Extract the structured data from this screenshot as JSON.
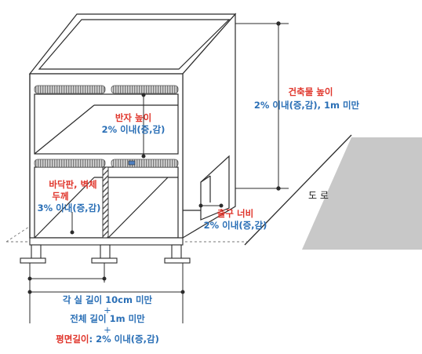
{
  "labels": {
    "building_height": {
      "title": "건축물 높이",
      "value": "2% 이내(증,감), 1m 미만"
    },
    "story_height": {
      "title": "반자 높이",
      "value": "2% 이내(증,감)"
    },
    "floor_wall_thickness": {
      "title_line1": "바닥판, 벽체",
      "title_line2": "두께",
      "value": "3% 이내(증,감)"
    },
    "exit_width": {
      "title": "출구 너비",
      "value": "2% 이내(증,감)"
    },
    "road": "도 로",
    "bottom": {
      "room_length": "각 실 길이 10cm 미만",
      "plus_1": "+",
      "total_length": "전체 길이 1m 미만",
      "plus_2": "+",
      "plan_length_title": "평면길이",
      "plan_length_value": ": 2% 이내(증,감)"
    }
  },
  "colors": {
    "red": "#e0362c",
    "blue": "#2a6fb6",
    "line": "#2b2b2b",
    "road": "#c8c8c8",
    "slab_hatch": "#8c8c8c"
  }
}
